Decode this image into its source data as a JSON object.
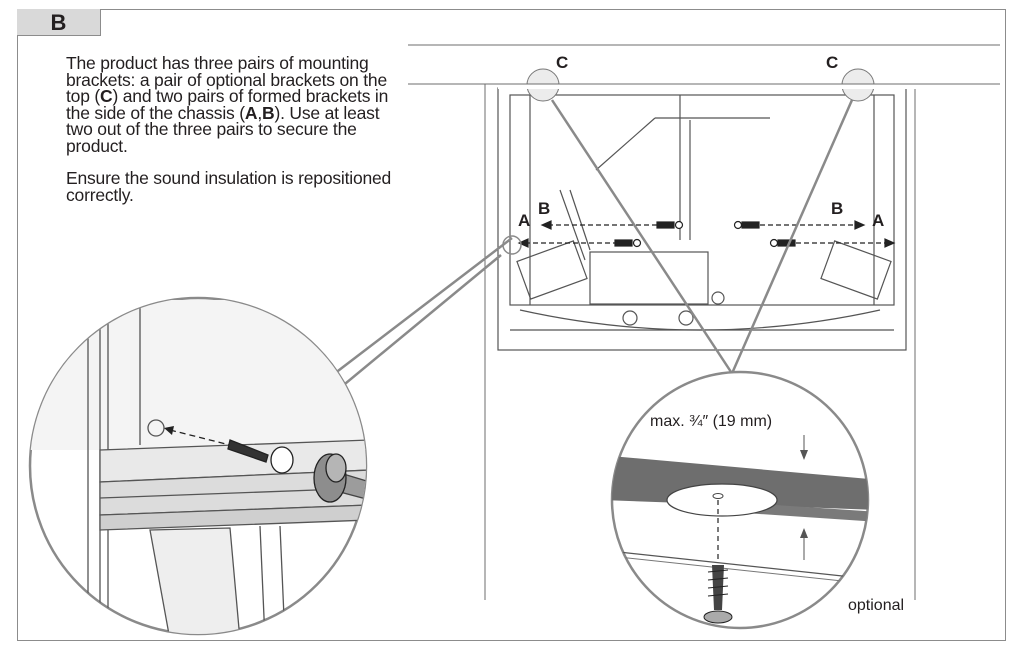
{
  "step_label": "B",
  "instructions": {
    "p1_a": "The product has three pairs of mounting brackets: a pair of optional brackets on the top (",
    "p1_c": "C",
    "p1_b": ") and two pairs of formed brackets in the side of the chassis (",
    "p1_A": "A",
    "p1_comma": ",",
    "p1_B": "B",
    "p1_d": "). Use at least two out of the three pairs to secure the product.",
    "p2": "Ensure the sound insulation is repositioned correctly."
  },
  "callouts": {
    "c_left": "C",
    "c_right": "C",
    "b_left": "B",
    "a_left": "A",
    "b_right": "B",
    "a_right": "A"
  },
  "detail_right": {
    "dimension": "max. ¾″ (19 mm)",
    "note": "optional"
  }
}
